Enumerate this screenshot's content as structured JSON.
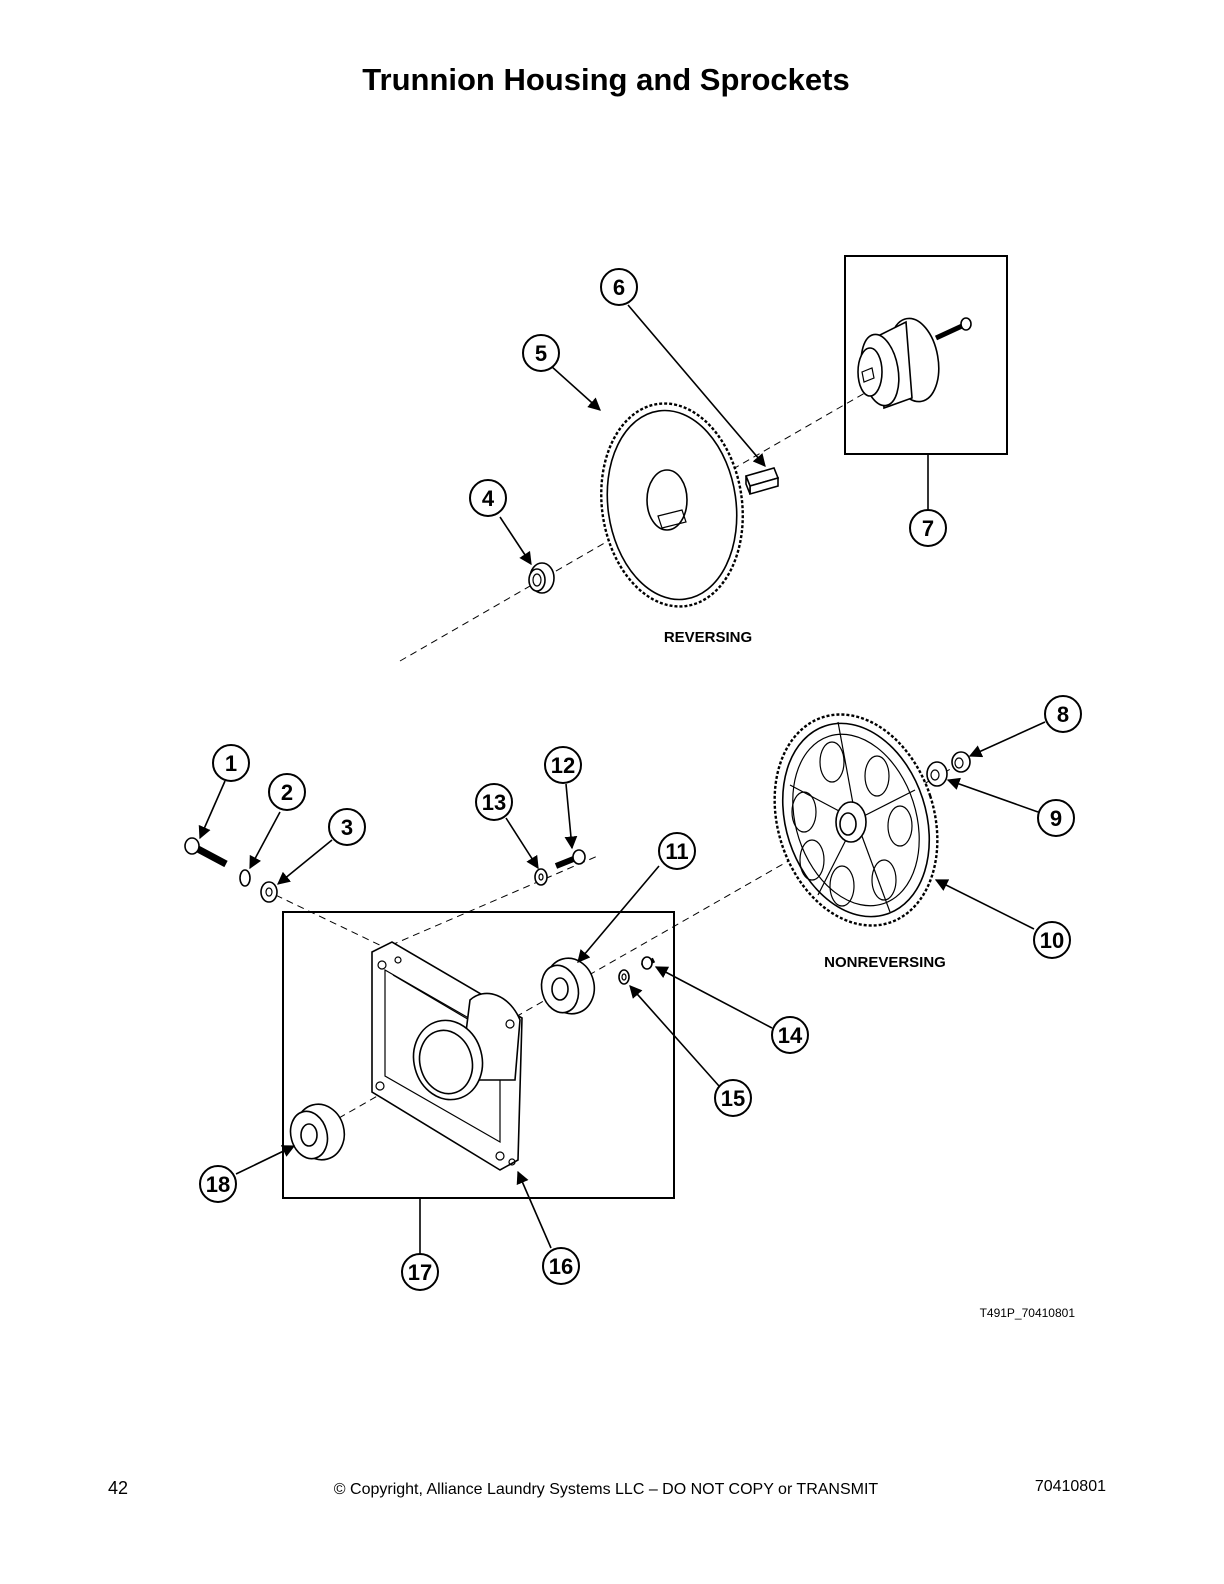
{
  "title": "Trunnion Housing and Sprockets",
  "labels": {
    "reversing": "REVERSING",
    "nonreversing": "NONREVERSING",
    "drawing_id": "T491P_70410801"
  },
  "callouts": [
    "1",
    "2",
    "3",
    "4",
    "5",
    "6",
    "7",
    "8",
    "9",
    "10",
    "11",
    "12",
    "13",
    "14",
    "15",
    "16",
    "17",
    "18"
  ],
  "footer": {
    "page_number": "42",
    "copyright": "© Copyright, Alliance Laundry Systems LLC – DO NOT COPY or TRANSMIT",
    "document_number": "70410801"
  }
}
